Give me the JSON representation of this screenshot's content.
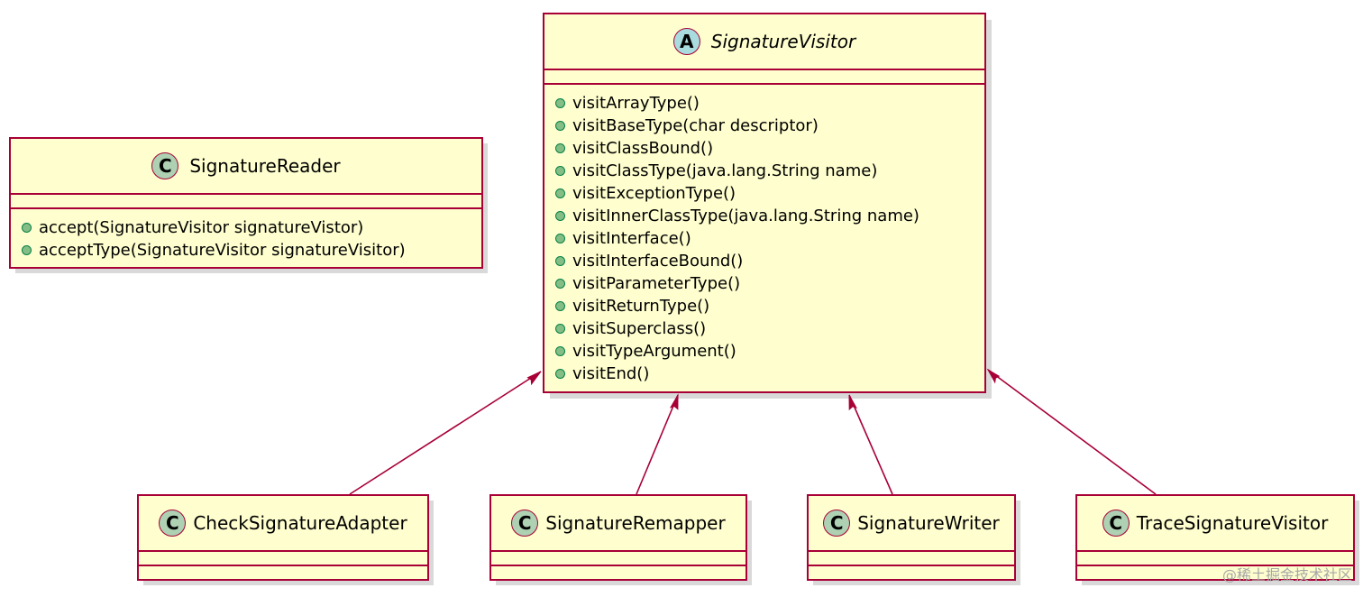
{
  "abstract_class": {
    "stereotype": "A",
    "name": "SignatureVisitor",
    "methods": [
      "visitArrayType()",
      "visitBaseType(char descriptor)",
      "visitClassBound()",
      "visitClassType(java.lang.String name)",
      "visitExceptionType()",
      "visitInnerClassType(java.lang.String name)",
      "visitInterface()",
      "visitInterfaceBound()",
      "visitParameterType()",
      "visitReturnType()",
      "visitSuperclass()",
      "visitTypeArgument()",
      "visitEnd()"
    ]
  },
  "reader_class": {
    "stereotype": "C",
    "name": "SignatureReader",
    "methods": [
      "accept(SignatureVisitor signatureVistor)",
      "acceptType(SignatureVisitor signatureVisitor)"
    ]
  },
  "subclasses": [
    {
      "stereotype": "C",
      "name": "CheckSignatureAdapter"
    },
    {
      "stereotype": "C",
      "name": "SignatureRemapper"
    },
    {
      "stereotype": "C",
      "name": "SignatureWriter"
    },
    {
      "stereotype": "C",
      "name": "TraceSignatureVisitor"
    }
  ],
  "colors": {
    "border": "#a80036",
    "fill": "#fefece",
    "class_badge": "#add1b2",
    "abstract_badge": "#a9dcdf",
    "method_dot": "#84be84"
  },
  "watermark": "@稀土掘金技术社区"
}
